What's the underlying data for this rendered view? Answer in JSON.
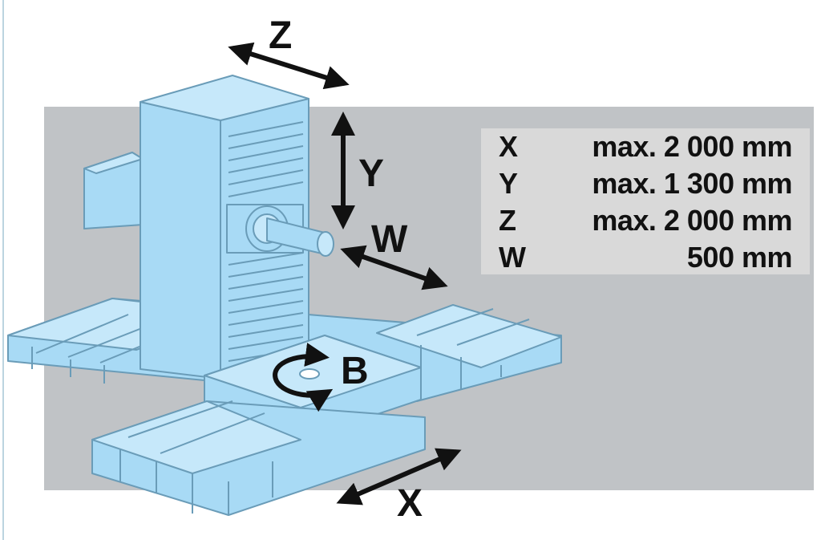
{
  "axes": {
    "z": "Z",
    "y": "Y",
    "w": "W",
    "b": "B",
    "x": "X"
  },
  "specs": [
    {
      "axis": "X",
      "value": "max. 2 000 mm"
    },
    {
      "axis": "Y",
      "value": "max. 1 300 mm"
    },
    {
      "axis": "Z",
      "value": "max. 2 000 mm"
    },
    {
      "axis": "W",
      "value": "500 mm"
    }
  ],
  "colors": {
    "background_panel": "#c0c3c6",
    "machine_fill": "#a8daf5",
    "machine_stroke": "#6a9cb8",
    "arrow": "#111111",
    "spec_panel": "#d9d9d9"
  }
}
